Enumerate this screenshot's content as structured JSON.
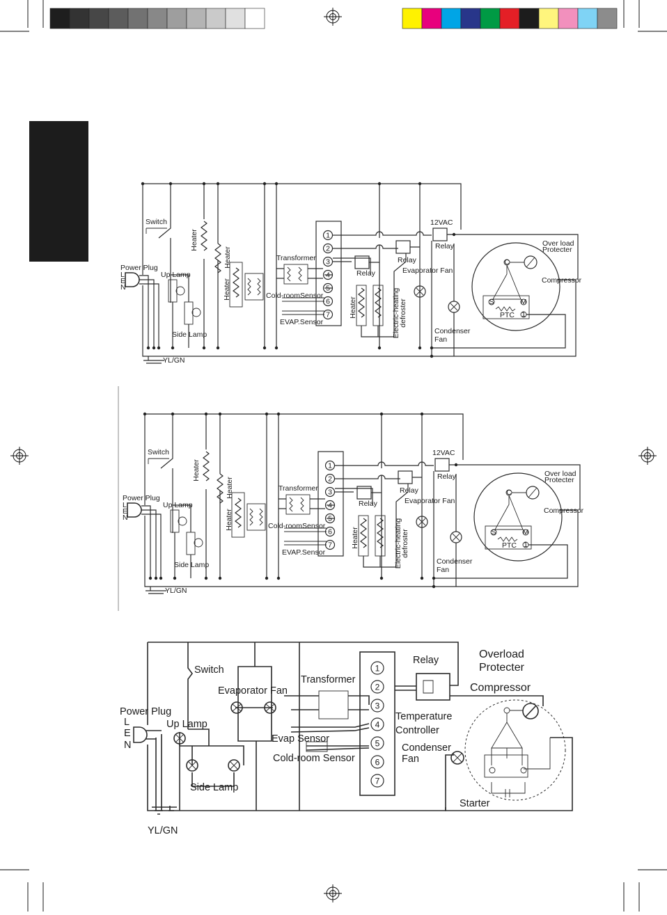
{
  "colors": {
    "black_tab": "#1c1c1c",
    "gray_scale": [
      "#1e1e1e",
      "#333333",
      "#474747",
      "#5c5c5c",
      "#727272",
      "#888888",
      "#9e9e9e",
      "#b4b4b4",
      "#cacaca",
      "#e0e0e0",
      "#ffffff"
    ],
    "color_bar": [
      "#fff200",
      "#e8007d",
      "#00a5e6",
      "#28368a",
      "#009a44",
      "#e41f26",
      "#1c1c1c",
      "#fff57d",
      "#f290bd",
      "#7fd3f5",
      "#8c8c8c"
    ]
  },
  "diagram1": {
    "switch": "Switch",
    "heater": "Heater",
    "power_plug": "Power Plug",
    "plug_pins": [
      "L",
      "E",
      "N"
    ],
    "up_lamp": "Up Lamp",
    "side_lamp": "Side Lamp",
    "transformer": "Transformer",
    "cold_room_sensor": "Cold-roomSensor",
    "evap_sensor": "EVAP.Sensor",
    "relay": "Relay",
    "vac": "12VAC",
    "evaporator_fan": "Evaporator Fan",
    "defroster": [
      "Electric-heating",
      "defroster"
    ],
    "condenser_fan": [
      "Condenser",
      "Fan"
    ],
    "overload": [
      "Over  load",
      "Protecter"
    ],
    "compressor": "Compressor",
    "ptc": "PTC",
    "ground": "YL/GN",
    "terminals": [
      "1",
      "2",
      "3",
      "4",
      "5",
      "6",
      "7"
    ],
    "comp_letters": [
      "C",
      "S",
      "M",
      "1"
    ]
  },
  "diagram2": {
    "switch": "Switch",
    "heater": "Heater",
    "power_plug": "Power Plug",
    "plug_pins": [
      "L",
      "E",
      "N"
    ],
    "up_lamp": "Up Lamp",
    "side_lamp": "Side Lamp",
    "transformer": "Transformer",
    "cold_room_sensor": "Cold-roomSensor",
    "evap_sensor": "EVAP.Sensor",
    "relay": "Relay",
    "vac": "12VAC",
    "evaporator_fan": "Evaporator Fan",
    "defroster": [
      "Electric-heating",
      "defroster"
    ],
    "condenser_fan": [
      "Condenser",
      "Fan"
    ],
    "overload": [
      "Over  load",
      "Protecter"
    ],
    "compressor": "Compressor",
    "ptc": "PTC",
    "ground": "YL/GN",
    "terminals": [
      "1",
      "2",
      "3",
      "4",
      "5",
      "6",
      "7"
    ],
    "comp_letters": [
      "C",
      "S",
      "M",
      "1"
    ]
  },
  "diagram3": {
    "switch": "Switch",
    "evaporator_fan": "Evaporator Fan",
    "transformer": "Transformer",
    "relay": "Relay",
    "overload": [
      "Overload",
      "Protecter"
    ],
    "compressor": "Compressor",
    "power_plug": "Power Plug",
    "plug_pins": [
      "L",
      "E",
      "N"
    ],
    "up_lamp": "Up Lamp",
    "temperature_controller": [
      "Temperature",
      "Controller"
    ],
    "evap_sensor": "Evap Sensor",
    "cold_room_sensor": "Cold-room Sensor",
    "condenser_fan": [
      "Condenser",
      "Fan"
    ],
    "side_lamp": "Side Lamp",
    "starter": "Starter",
    "ground": "YL/GN",
    "terminals": [
      "1",
      "2",
      "3",
      "4",
      "5",
      "6",
      "7"
    ]
  }
}
